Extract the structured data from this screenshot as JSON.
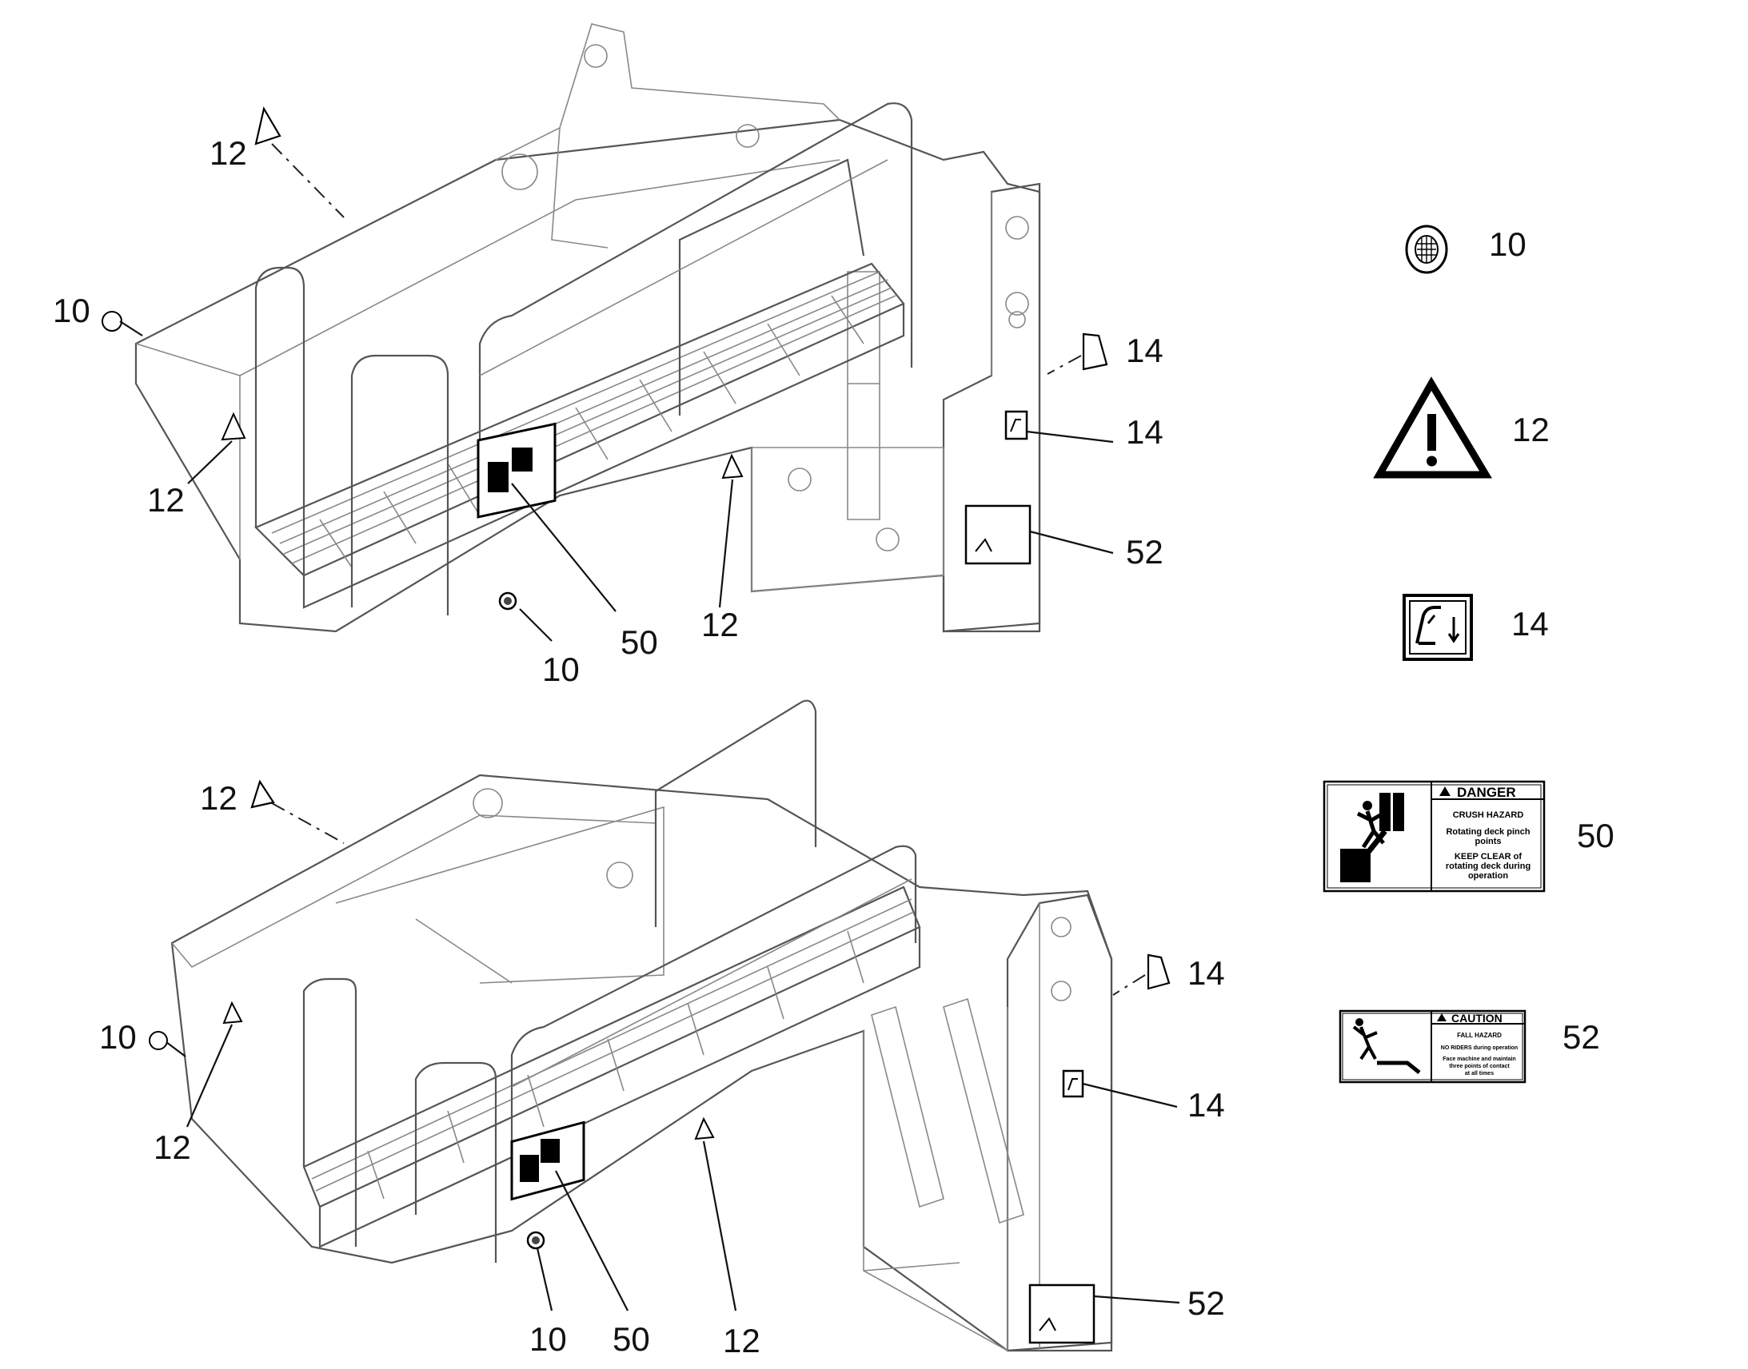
{
  "callouts": {
    "top": {
      "c12a": "12",
      "c10a": "10",
      "c12b": "12",
      "c50": "50",
      "c10b": "10",
      "c12c": "12",
      "c14a": "14",
      "c14b": "14",
      "c52": "52"
    },
    "bottom": {
      "c12a": "12",
      "c10a": "10",
      "c12b": "12",
      "c10b": "10",
      "c50": "50",
      "c12c": "12",
      "c14a": "14",
      "c14b": "14",
      "c52": "52"
    }
  },
  "legend": {
    "reflector_num": "10",
    "warning_num": "12",
    "manual_num": "14",
    "danger_num": "50",
    "caution_num": "52",
    "danger_decal": {
      "header": "DANGER",
      "hazard": "CRUSH HAZARD",
      "line1": "Rotating deck pinch",
      "line2": "points",
      "line3": "KEEP CLEAR of",
      "line4": "rotating deck during",
      "line5": "operation"
    },
    "caution_decal": {
      "header": "CAUTION",
      "hazard": "FALL HAZARD",
      "line1": "NO RIDERS during operation",
      "line2": "Face machine and maintain",
      "line3": "three points of contact",
      "line4": "at all times"
    }
  }
}
